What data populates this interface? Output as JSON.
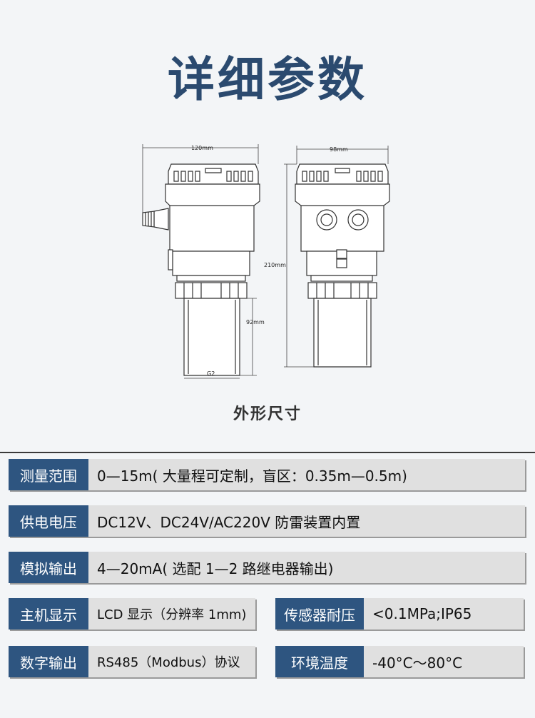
{
  "title": "详细参数",
  "drawing": {
    "caption": "外形尺寸",
    "dim_width_left": "120mm",
    "dim_width_right": "98mm",
    "dim_height_total": "210mm",
    "dim_probe": "92mm",
    "thread": "G2"
  },
  "specs": [
    {
      "label": "测量范围",
      "value": "0—15m( 大量程可定制，盲区：0.35m—0.5m)"
    },
    {
      "label": "供电电压",
      "value": "DC12V、DC24V/AC220V 防雷装置内置"
    },
    {
      "label": "模拟输出",
      "value": "4—20mA( 选配 1—2 路继电器输出)"
    }
  ],
  "specs_pairs": [
    {
      "left_label": "主机显示",
      "left_value": "LCD 显示（分辨率 1mm)",
      "right_label": "传感器耐压",
      "right_value": "<0.1MPa;IP65"
    },
    {
      "left_label": "数字输出",
      "left_value": "RS485（Modbus）协议",
      "right_label": "环境温度",
      "right_value": "-40°C～80°C"
    }
  ]
}
